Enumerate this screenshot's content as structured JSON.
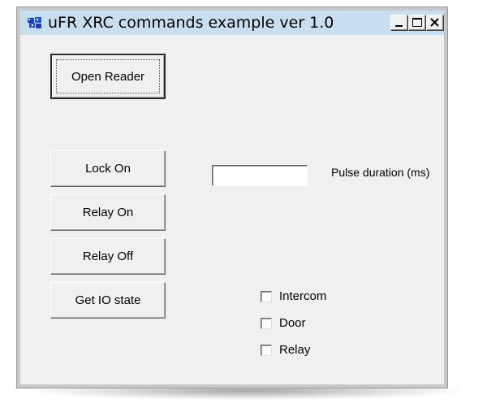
{
  "window": {
    "title": "uFR XRC commands example ver 1.0",
    "controls": {
      "minimize": "minimize-icon",
      "maximize": "maximize-icon",
      "close": "close-icon"
    }
  },
  "buttons": {
    "open_reader": "Open Reader",
    "lock_on": "Lock On",
    "relay_on": "Relay On",
    "relay_off": "Relay Off",
    "get_io_state": "Get IO state"
  },
  "pulse": {
    "label": "Pulse duration (ms)",
    "value": ""
  },
  "checkboxes": [
    {
      "label": "Intercom",
      "checked": false
    },
    {
      "label": "Door",
      "checked": false
    },
    {
      "label": "Relay",
      "checked": false
    }
  ],
  "colors": {
    "title_bar": "#c8dff2",
    "client_bg": "#f0f0f0"
  }
}
